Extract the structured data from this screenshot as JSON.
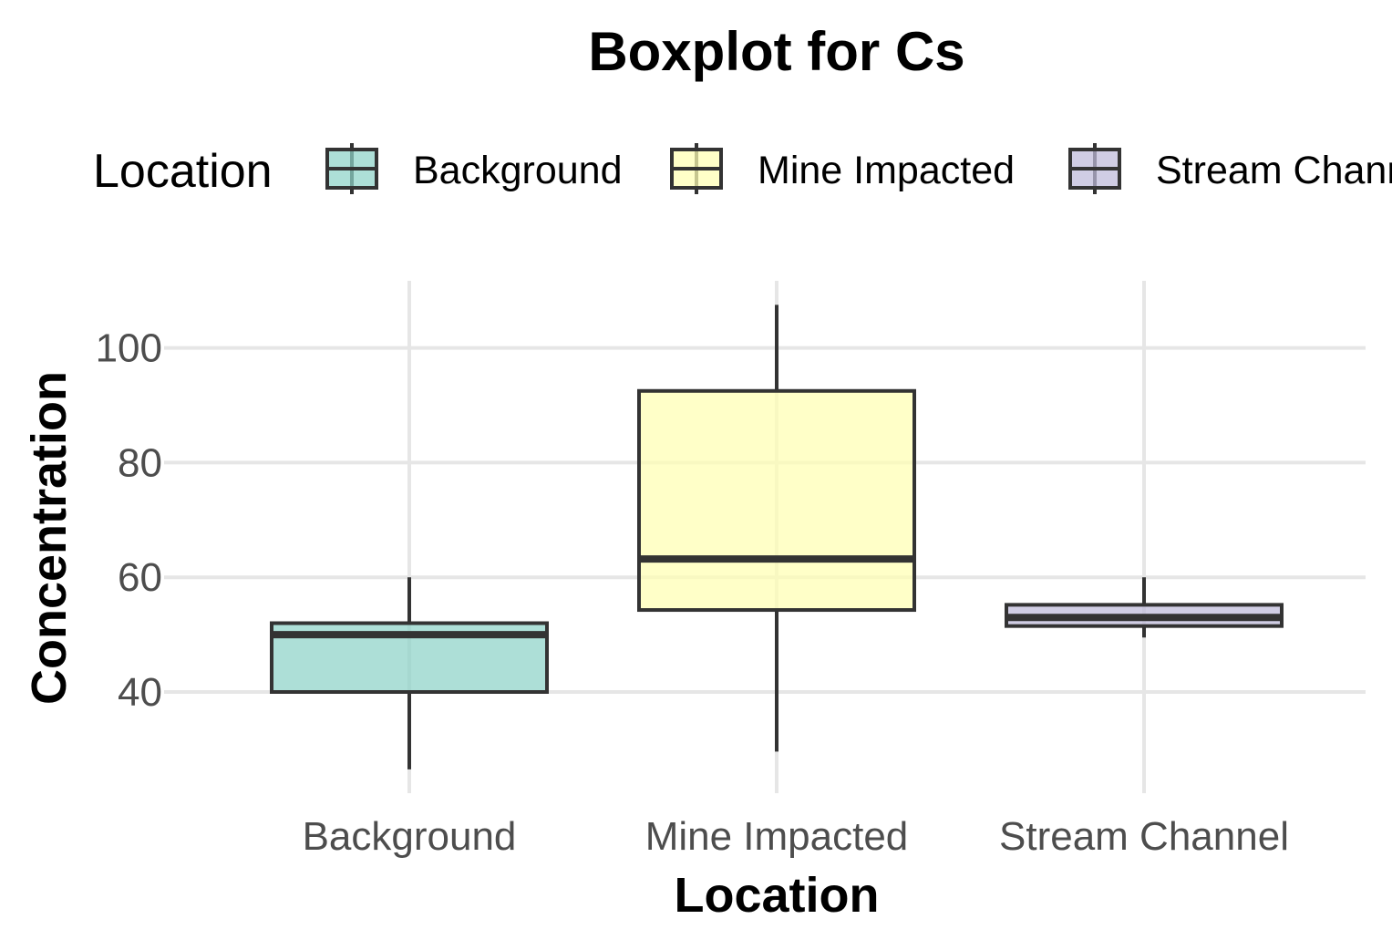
{
  "chart_data": {
    "type": "boxplot",
    "title": "Boxplot for Cs",
    "xlabel": "Location",
    "ylabel": "Concentration",
    "ylim": [
      22,
      111
    ],
    "yticks": [
      40,
      60,
      80,
      100
    ],
    "grid": true,
    "legend": {
      "title": "Location",
      "placement": "top",
      "entries": [
        "Background",
        "Mine Impacted",
        "Stream Channel"
      ]
    },
    "categories": [
      "Background",
      "Mine Impacted",
      "Stream Channel"
    ],
    "series": [
      {
        "category": "Background",
        "min": 26.5,
        "q1": 40,
        "median": 50,
        "q3": 52,
        "max": 60,
        "color": "#8dd3c7"
      },
      {
        "category": "Mine Impacted",
        "min": 29.6,
        "q1": 54.3,
        "median": 63.2,
        "q3": 92.5,
        "max": 107.5,
        "color": "#ffffb3"
      },
      {
        "category": "Stream Channel",
        "min": 49.5,
        "q1": 51.5,
        "median": 53,
        "q3": 55.2,
        "max": 60,
        "color": "#bebada"
      }
    ]
  }
}
